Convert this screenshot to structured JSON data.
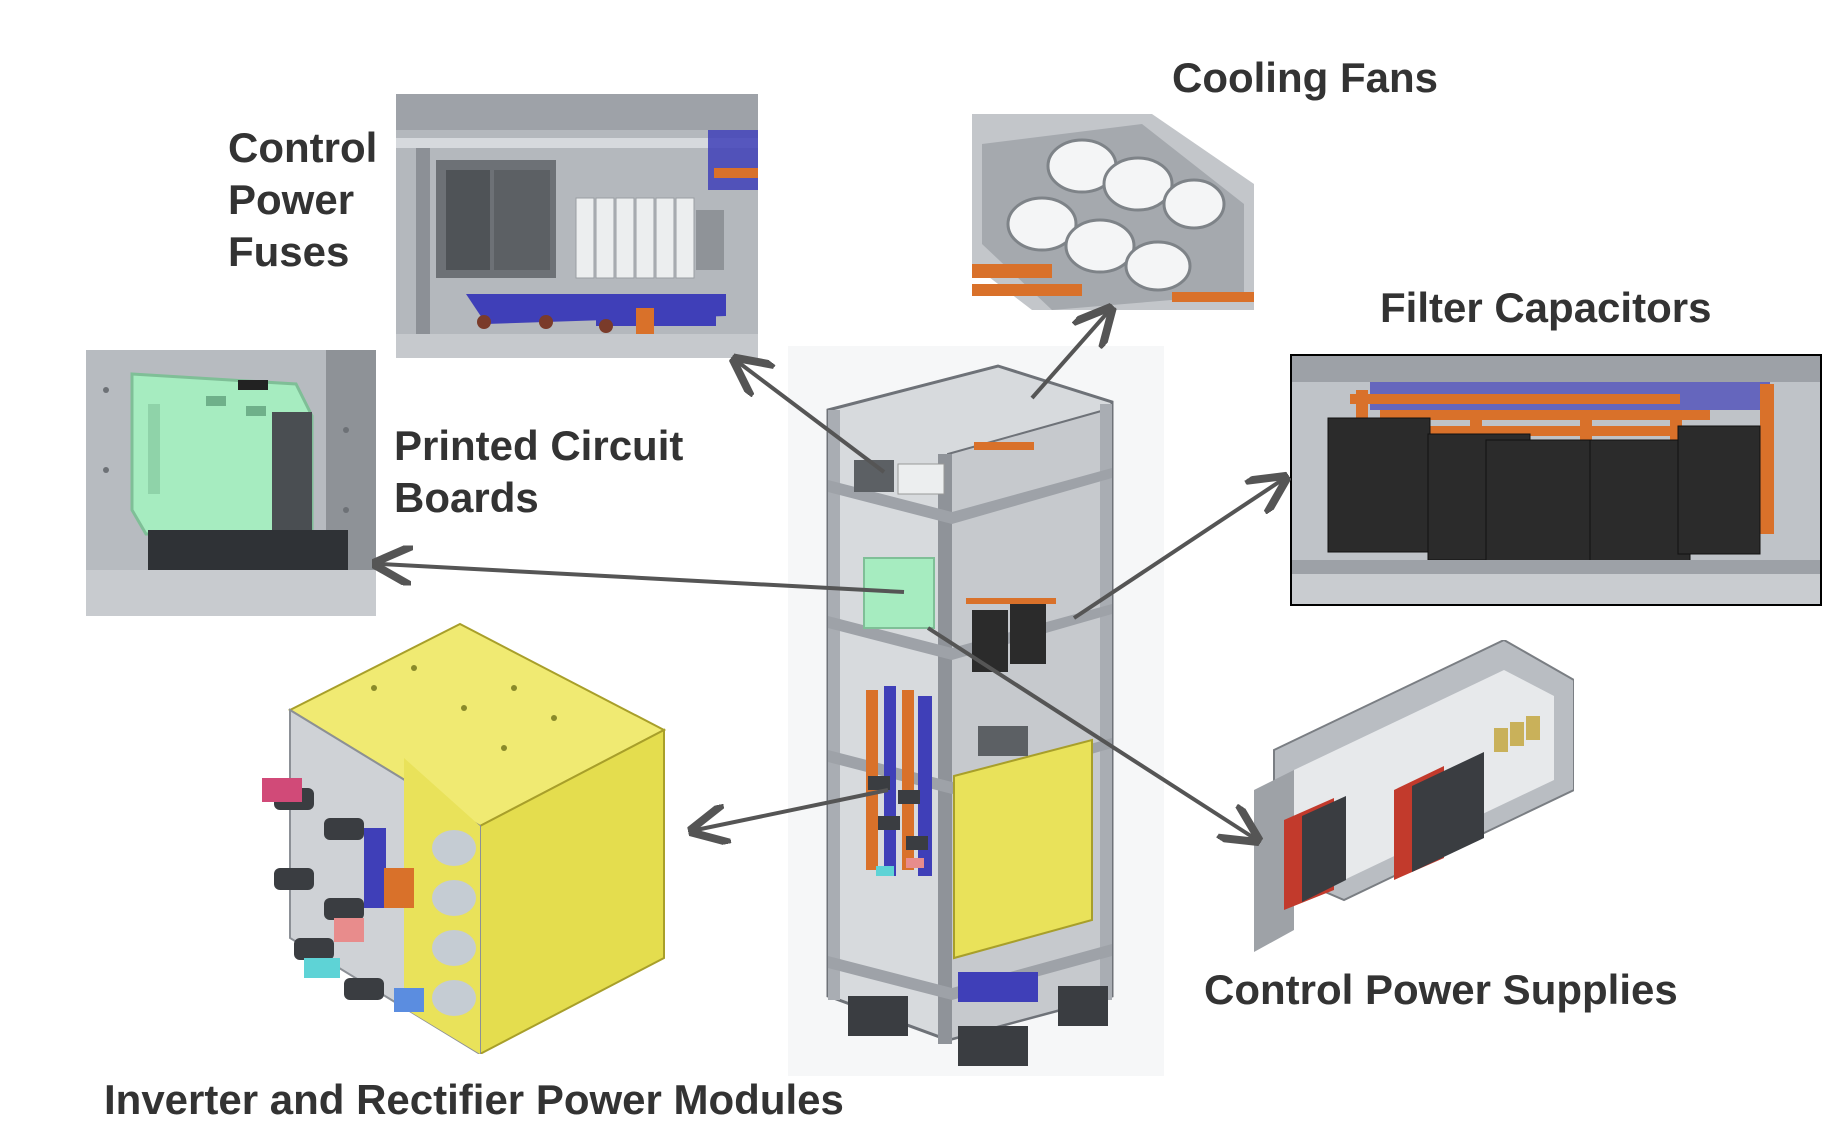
{
  "labels": {
    "control_power_fuses": "Control\nPower\nFuses",
    "cooling_fans": "Cooling Fans",
    "filter_capacitors": "Filter Capacitors",
    "printed_circuit_boards": "Printed Circuit\nBoards",
    "inverter_rectifier_modules": "Inverter and Rectifier Power Modules",
    "control_power_supplies": "Control Power Supplies"
  },
  "colors": {
    "label_text": "#333333",
    "arrow": "#555555",
    "frame_gray": "#a9adb3",
    "frame_dark": "#6e7278",
    "pcb_green": "#a6ecc0",
    "module_yellow": "#e9e25a",
    "busbar_orange": "#d9712a",
    "busbar_blue": "#3f3fb8",
    "capacitor_black": "#2b2b2b",
    "fan_white": "#f4f5f6",
    "psu_red": "#c23a2c"
  }
}
